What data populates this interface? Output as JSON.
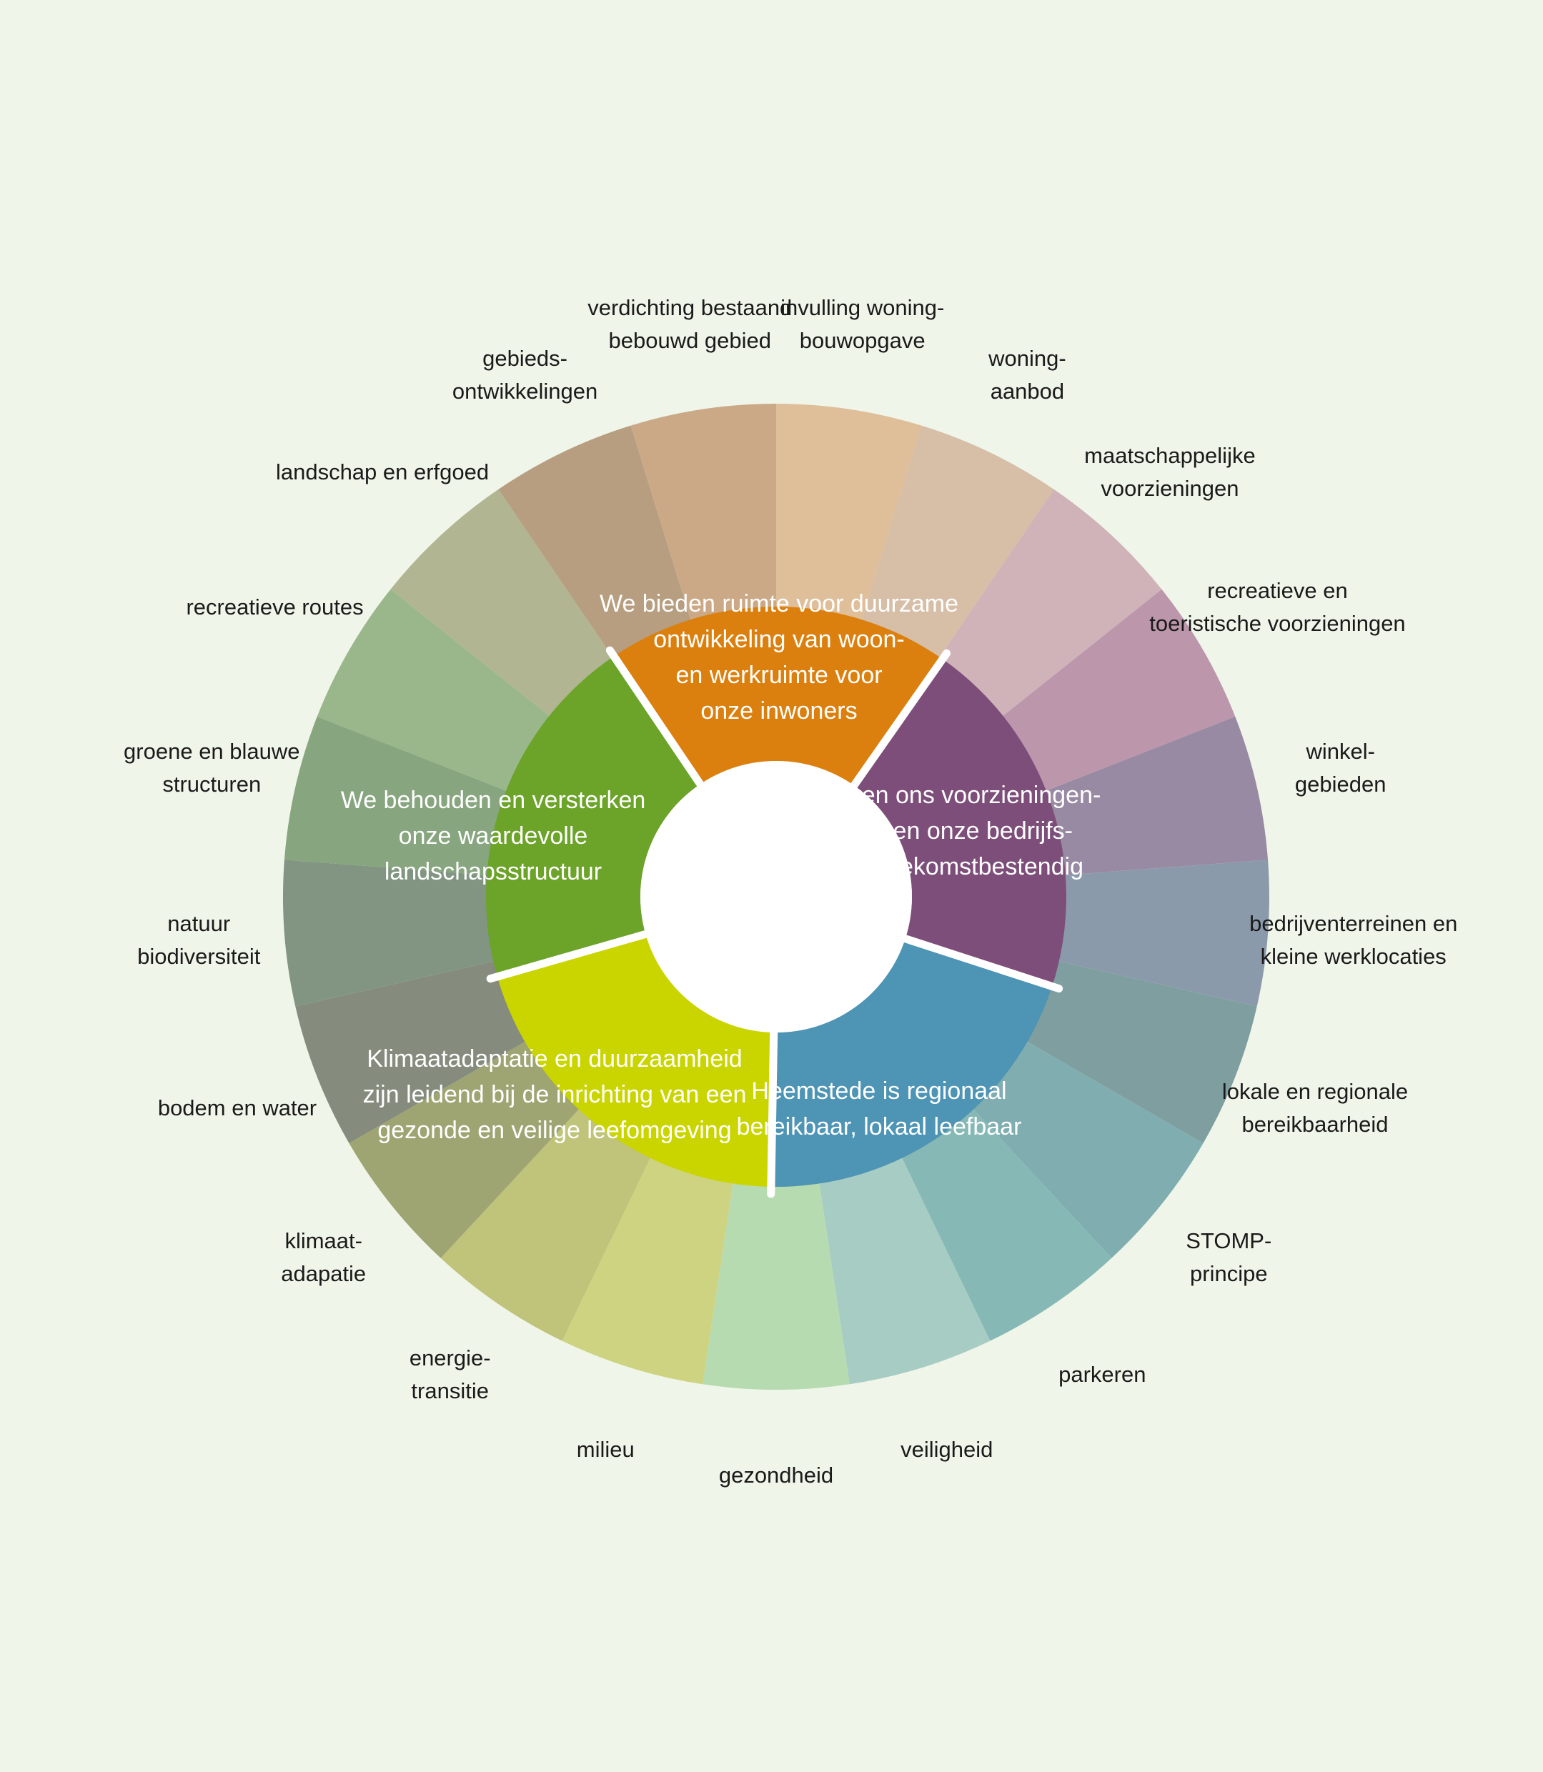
{
  "colors": {
    "background": "#f0f5ea",
    "divider": "#ffffff",
    "center": "#ffffff"
  },
  "core_themes": [
    {
      "id": "wonen",
      "label": "We bieden ruimte voor duurzame\nontwikkeling van woon-\nen werkruimte voor\nonze inwoners",
      "color": "#db800e"
    },
    {
      "id": "voorzieningen",
      "label": "We maken ons voorzieningen-\nnetwerk en onze bedrijfs-\nlocaties toekomstbestendig",
      "color": "#7d4e7a"
    },
    {
      "id": "bereikbaar",
      "label": "Heemstede is regionaal\nbereikbaar, lokaal leefbaar",
      "color": "#4e94b4"
    },
    {
      "id": "klimaat",
      "label": "Klimaatadaptatie en duurzaamheid\nzijn leidend bij de inrichting van een\ngezonde en veilige leefomgeving",
      "color": "#cad500"
    },
    {
      "id": "landschap",
      "label": "We behouden en versterken\nonze waardevolle\nlandschapsstructuur",
      "color": "#6ca329"
    }
  ],
  "topics": [
    {
      "label": "invulling woning-\nbouwopgave",
      "color": "#dfbf99"
    },
    {
      "label": "woning-\naanbod",
      "color": "#d6bea7"
    },
    {
      "label": "maatschappelijke\nvoorzieningen",
      "color": "#cfb3b8"
    },
    {
      "label": "recreatieve en\ntoeristische voorzieningen",
      "color": "#bc97ac"
    },
    {
      "label": "winkel-\ngebieden",
      "color": "#998aa3"
    },
    {
      "label": "bedrijventerreinen en\nkleine werklocaties",
      "color": "#8b9aab"
    },
    {
      "label": "lokale en regionale\nbereikbaarheid",
      "color": "#7f9ea0"
    },
    {
      "label": "STOMP-\nprincipe",
      "color": "#80adb0"
    },
    {
      "label": "parkeren",
      "color": "#86b9b6"
    },
    {
      "label": "veiligheid",
      "color": "#a7ccc4"
    },
    {
      "label": "gezondheid",
      "color": "#b7dbb0"
    },
    {
      "label": "milieu",
      "color": "#ced382"
    },
    {
      "label": "energie-\ntransitie",
      "color": "#bfc47a"
    },
    {
      "label": "klimaat-\nadapatie",
      "color": "#9ea472"
    },
    {
      "label": "bodem en water",
      "color": "#858c7e"
    },
    {
      "label": "natuur\nbiodiversiteit",
      "color": "#819582"
    },
    {
      "label": "groene en blauwe\nstructuren",
      "color": "#87a57f"
    },
    {
      "label": "recreatieve routes",
      "color": "#99b78b"
    },
    {
      "label": "landschap en erfgoed",
      "color": "#b1b591"
    },
    {
      "label": "gebieds-\nontwikkelingen",
      "color": "#b79e80"
    },
    {
      "label": "verdichting bestaand\nbebouwd gebied",
      "color": "#cba987"
    }
  ]
}
